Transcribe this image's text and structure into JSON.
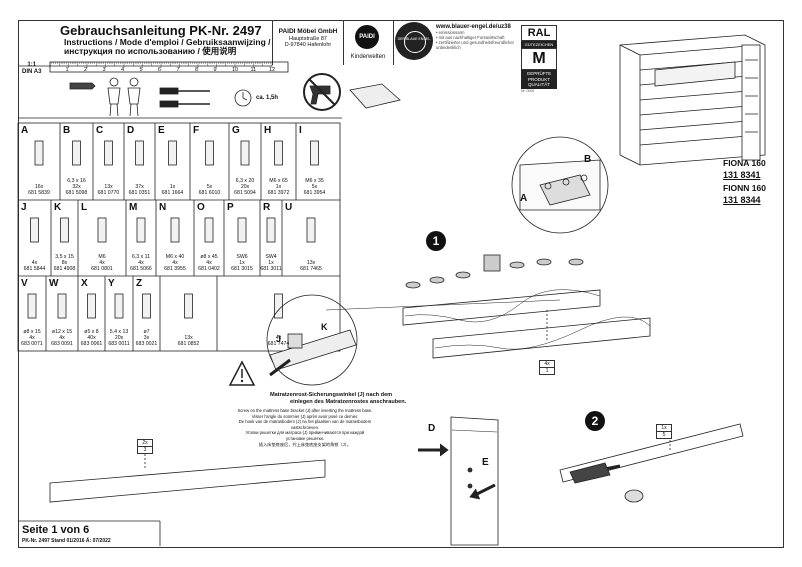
{
  "header": {
    "title": "Gebrauchsanleitung PK-Nr. 2497",
    "subtitle_lines": [
      "Instructions / Mode d'emploi / Gebruiksaanwijzing /",
      "инструкция по использованию / 使用说明"
    ]
  },
  "company": {
    "name": "PAIDI Möbel GmbH",
    "street": "Hauptstraße 87",
    "city": "D-97840 Hafenlohr",
    "logo_text": "PAIDI",
    "tagline": "Kinderwelten"
  },
  "blue_angel": {
    "url": "www.blauer-engel.de/uz38",
    "lines": [
      "• emissionsarm",
      "• mit aus nachhaltiger Forstwirtschaft",
      "• zertifizierter und gesundheitsfreundlicher",
      "  unbedenklich"
    ],
    "seal_text": "DER BLAUE ENGEL"
  },
  "ral": {
    "label": "RAL",
    "sub": "GÜTEZEICHEN",
    "letter": "M",
    "caption": [
      "GEPRÜFTE",
      "PRODUKT",
      "QUALITÄT"
    ],
    "code": "Nr. 0000"
  },
  "ruler": {
    "scale": "1:1",
    "format": "DIN A3",
    "ticks": [
      "1",
      "2",
      "3",
      "4",
      "5",
      "6",
      "7",
      "8",
      "9",
      "10",
      "11",
      "12"
    ]
  },
  "time": {
    "label": "ca. 1,5h"
  },
  "products": [
    {
      "name": "FIONA 160",
      "number": "131 8341"
    },
    {
      "name": "FIONN 160",
      "number": "131 8344"
    }
  ],
  "parts": [
    {
      "letter": "A",
      "lines": [
        "16x",
        "681 5839"
      ]
    },
    {
      "letter": "B",
      "lines": [
        "6,3 x 16",
        "32x",
        "681 5098"
      ]
    },
    {
      "letter": "C",
      "lines": [
        "13x",
        "681 0770"
      ]
    },
    {
      "letter": "D",
      "lines": [
        "37x",
        "681 0351"
      ]
    },
    {
      "letter": "E",
      "lines": [
        "1x",
        "681 1664"
      ]
    },
    {
      "letter": "F",
      "lines": [
        "5x",
        "681 6010"
      ]
    },
    {
      "letter": "G",
      "lines": [
        "6,3 x 20",
        "20x",
        "681 5094"
      ]
    },
    {
      "letter": "H",
      "lines": [
        "M6 x 65",
        "1x",
        "681 3972"
      ]
    },
    {
      "letter": "I",
      "lines": [
        "M6 x 35",
        "5x",
        "681 3954"
      ]
    },
    {
      "letter": "J",
      "lines": [
        "4x",
        "681 5844"
      ]
    },
    {
      "letter": "K",
      "lines": [
        "3,5 x 15",
        "8x",
        "681 4908"
      ]
    },
    {
      "letter": "L",
      "lines": [
        "M6",
        "4x",
        "681 0801"
      ]
    },
    {
      "letter": "M",
      "lines": [
        "6,3 x 11",
        "4x",
        "681 5066"
      ]
    },
    {
      "letter": "N",
      "lines": [
        "M6 x 40",
        "4x",
        "681 3955"
      ]
    },
    {
      "letter": "O",
      "lines": [
        "ø8 x 45",
        "4x",
        "681 0402"
      ]
    },
    {
      "letter": "P",
      "lines": [
        "SW6",
        "1x",
        "681 3015"
      ]
    },
    {
      "letter": "R",
      "lines": [
        "SW4",
        "1x",
        "681 3011"
      ]
    },
    {
      "letter": "U",
      "lines": [
        "13x",
        "681 7465"
      ]
    },
    {
      "letter": "V",
      "lines": [
        "ø8 x 15",
        "4x",
        "683 0071"
      ]
    },
    {
      "letter": "W",
      "lines": [
        "ø12 x 15",
        "4x",
        "683 0091"
      ]
    },
    {
      "letter": "X",
      "lines": [
        "ø5 x 8",
        "40x",
        "683 0061"
      ]
    },
    {
      "letter": "Y",
      "lines": [
        "5,4 x 13",
        "20x",
        "683 0011"
      ]
    },
    {
      "letter": "Z",
      "lines": [
        "ø7",
        "3x",
        "683 0021"
      ]
    },
    {
      "letter": "",
      "lines": [
        "13x",
        "681 0852"
      ]
    },
    {
      "letter": "",
      "lines": [
        "4x",
        "681 7474"
      ]
    }
  ],
  "step1": {
    "number": "1",
    "callouts": [
      "A",
      "B"
    ],
    "qty_badge": [
      "4x",
      "1"
    ]
  },
  "warning": {
    "callouts": [
      "J",
      "K"
    ],
    "heading": [
      "Matratzenrost-Sicherungswinkel (J) nach dem",
      "einlegen des Matratzenrostes anschrauben."
    ],
    "lines": [
      "Screw on the mattress base bracket (J) after inserting the mattress base.",
      "Visser l'angle du sommier (J) après avoir posé ce dernier.",
      "De hoek van de matrasbodem (J) na het plaatsen van de matrasbodem",
      "vastschroeven.",
      "Уголки решетки для матраса (J) привинчиваются при каждой",
      "установке решетки.",
      "插入床垫底座后，拧上床垫底座支架的角铁（J）。"
    ]
  },
  "step2": {
    "number": "2",
    "callouts": [
      "D",
      "E"
    ],
    "qty_badge": [
      "1x",
      "5"
    ]
  },
  "left_rail": {
    "qty_badge": [
      "2x",
      "3"
    ]
  },
  "footer": {
    "page": "Seite 1 von 6",
    "meta": "PK-Nr. 2497   Stand 01/2016   Ä: 07/2022"
  }
}
